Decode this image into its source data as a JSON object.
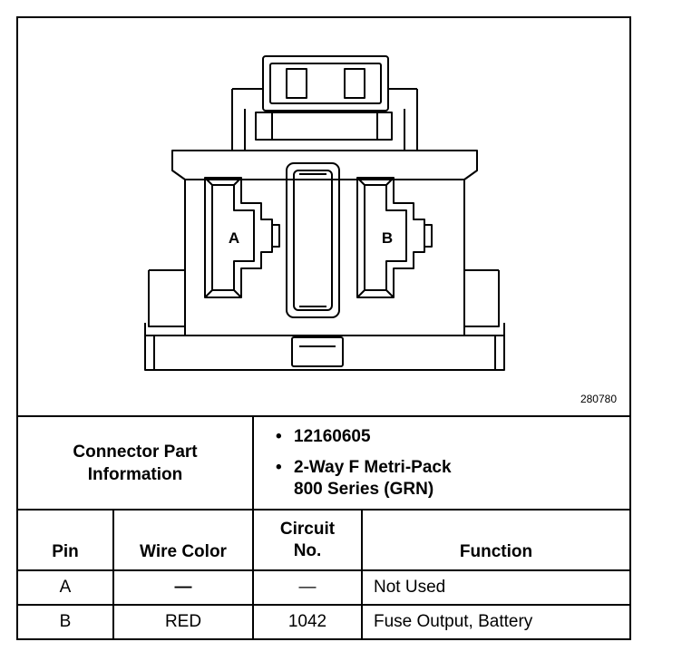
{
  "figure_id": "280780",
  "diagram": {
    "pin_a_label": "A",
    "pin_b_label": "B"
  },
  "connector_info": {
    "label": "Connector Part Information",
    "label_line1": "Connector Part",
    "label_line2": "Information",
    "part_number": "12160605",
    "desc_line1": "2-Way F Metri-Pack",
    "desc_line2": "800 Series (GRN)"
  },
  "table": {
    "headers": {
      "pin": "Pin",
      "wire_color": "Wire Color",
      "circuit_line1": "Circuit",
      "circuit_line2": "No.",
      "function": "Function"
    },
    "rows": [
      {
        "pin": "A",
        "wire_color": "—",
        "circuit": "—",
        "function": "Not Used"
      },
      {
        "pin": "B",
        "wire_color": "RED",
        "circuit": "1042",
        "function": "Fuse Output, Battery"
      }
    ]
  }
}
